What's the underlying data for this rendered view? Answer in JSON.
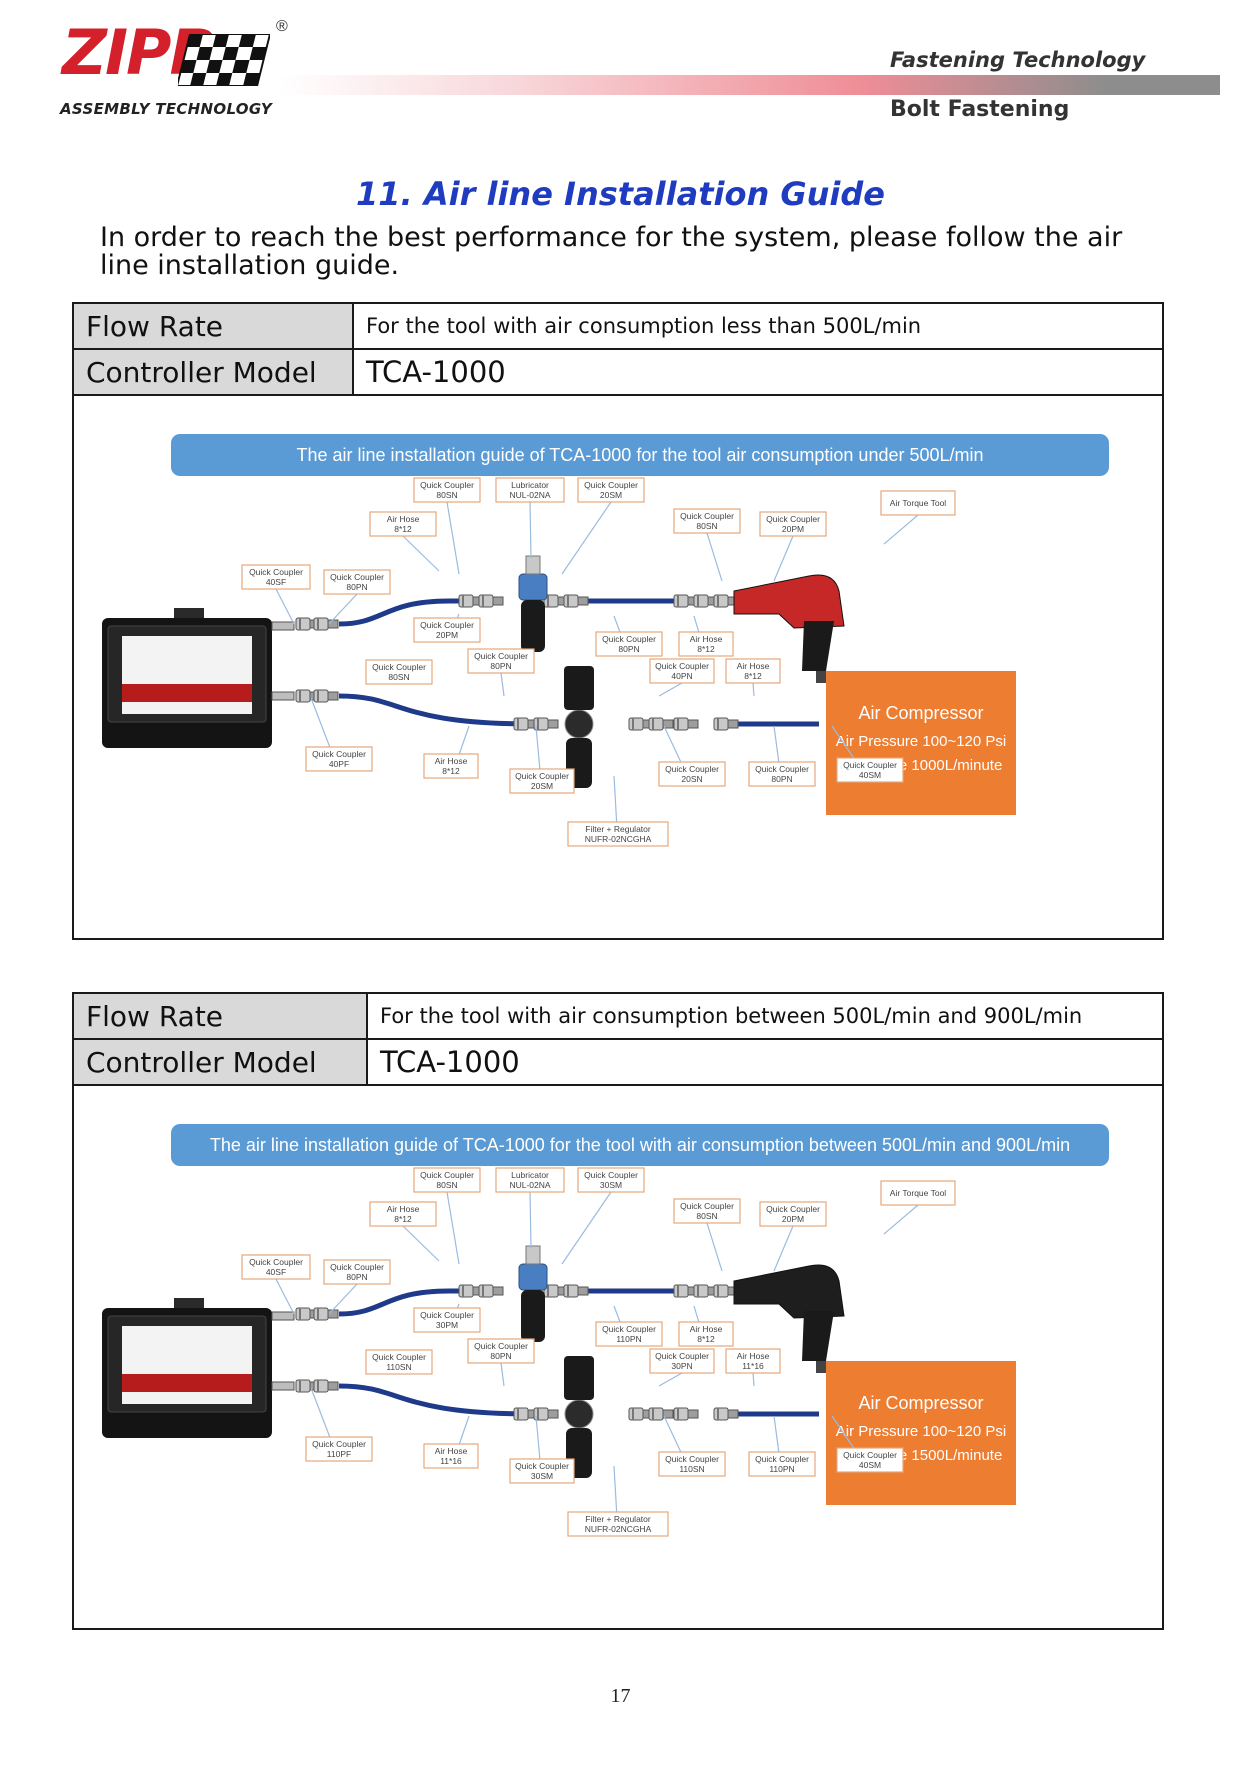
{
  "header": {
    "logo_text": "ZIPP",
    "registered_mark": "®",
    "logo_subtitle": "ASSEMBLY TECHNOLOGY",
    "category": "Fastening Technology",
    "subcategory": "Bolt Fastening"
  },
  "title": "11. Air line Installation Guide",
  "intro": "In order to reach the best performance for the system, please follow the air line installation guide.",
  "sections": [
    {
      "flow_rate_label": "Flow Rate",
      "flow_rate_value": "For the tool with air consumption less than 500L/min",
      "controller_label": "Controller Model",
      "controller_value": "TCA-1000",
      "banner": "The air line installation guide of TCA-1000 for the tool air consumption under 500L/min",
      "compressor": {
        "title": "Air Compressor",
        "pressure": "Air Pressure 100~120 Psi",
        "flow": "Flow Rate 1000L/minute"
      },
      "callouts": [
        {
          "l1": "Quick Coupler",
          "l2": "80SN"
        },
        {
          "l1": "Lubricator",
          "l2": "NUL-02NA"
        },
        {
          "l1": "Quick Coupler",
          "l2": "20SM"
        },
        {
          "l1": "Air Hose",
          "l2": "8*12"
        },
        {
          "l1": "Quick Coupler",
          "l2": "80SN"
        },
        {
          "l1": "Quick Coupler",
          "l2": "20PM"
        },
        {
          "l1": "Air Torque Tool",
          "l2": ""
        },
        {
          "l1": "Quick Coupler",
          "l2": "40SF"
        },
        {
          "l1": "Quick Coupler",
          "l2": "80PN"
        },
        {
          "l1": "Quick Coupler",
          "l2": "20PM"
        },
        {
          "l1": "Quick Coupler",
          "l2": "80PN"
        },
        {
          "l1": "Air Hose",
          "l2": "8*12"
        },
        {
          "l1": "Quick Coupler",
          "l2": "80SN"
        },
        {
          "l1": "Quick Coupler",
          "l2": "80PN"
        },
        {
          "l1": "Quick Coupler",
          "l2": "40PN"
        },
        {
          "l1": "Air Hose",
          "l2": "8*12"
        },
        {
          "l1": "Quick Coupler",
          "l2": "40PF"
        },
        {
          "l1": "Air Hose",
          "l2": "8*12"
        },
        {
          "l1": "Quick Coupler",
          "l2": "20SM"
        },
        {
          "l1": "Quick Coupler",
          "l2": "20SN"
        },
        {
          "l1": "Quick Coupler",
          "l2": "80PN"
        },
        {
          "l1": "Quick Coupler",
          "l2": "40SM"
        },
        {
          "l1": "Filter + Regulator",
          "l2": "NUFR-02NCGHA"
        }
      ]
    },
    {
      "flow_rate_label": "Flow Rate",
      "flow_rate_value": "For the tool with air consumption between 500L/min and 900L/min",
      "controller_label": "Controller Model",
      "controller_value": "TCA-1000",
      "banner": "The air line installation guide of TCA-1000 for the tool with air consumption between 500L/min and 900L/min",
      "compressor": {
        "title": "Air Compressor",
        "pressure": "Air Pressure 100~120 Psi",
        "flow": "Flow Rate 1500L/minute"
      },
      "callouts": [
        {
          "l1": "Quick Coupler",
          "l2": "80SN"
        },
        {
          "l1": "Lubricator",
          "l2": "NUL-02NA"
        },
        {
          "l1": "Quick Coupler",
          "l2": "30SM"
        },
        {
          "l1": "Air Hose",
          "l2": "8*12"
        },
        {
          "l1": "Quick Coupler",
          "l2": "80SN"
        },
        {
          "l1": "Quick Coupler",
          "l2": "20PM"
        },
        {
          "l1": "Air Torque Tool",
          "l2": ""
        },
        {
          "l1": "Quick Coupler",
          "l2": "40SF"
        },
        {
          "l1": "Quick Coupler",
          "l2": "80PN"
        },
        {
          "l1": "Quick Coupler",
          "l2": "30PM"
        },
        {
          "l1": "Quick Coupler",
          "l2": "80PN"
        },
        {
          "l1": "Air Hose",
          "l2": "8*12"
        },
        {
          "l1": "Quick Coupler",
          "l2": "110SN"
        },
        {
          "l1": "Quick Coupler",
          "l2": "110PN"
        },
        {
          "l1": "Quick Coupler",
          "l2": "30PN"
        },
        {
          "l1": "Air Hose",
          "l2": "11*16"
        },
        {
          "l1": "Quick Coupler",
          "l2": "110PF"
        },
        {
          "l1": "Air Hose",
          "l2": "11*16"
        },
        {
          "l1": "Quick Coupler",
          "l2": "30SM"
        },
        {
          "l1": "Quick Coupler",
          "l2": "110SN"
        },
        {
          "l1": "Quick Coupler",
          "l2": "110PN"
        },
        {
          "l1": "Quick Coupler",
          "l2": "40SM"
        },
        {
          "l1": "Filter + Regulator",
          "l2": "NUFR-02NCGHA"
        }
      ]
    }
  ],
  "page_number": "17",
  "colors": {
    "brand_red": "#d4202a",
    "title_blue": "#1f3bbf",
    "banner_blue": "#5b9bd5",
    "compressor_orange": "#ed7d31",
    "hose_blue": "#1f3a8a",
    "callout_border": "#e6a87a"
  }
}
